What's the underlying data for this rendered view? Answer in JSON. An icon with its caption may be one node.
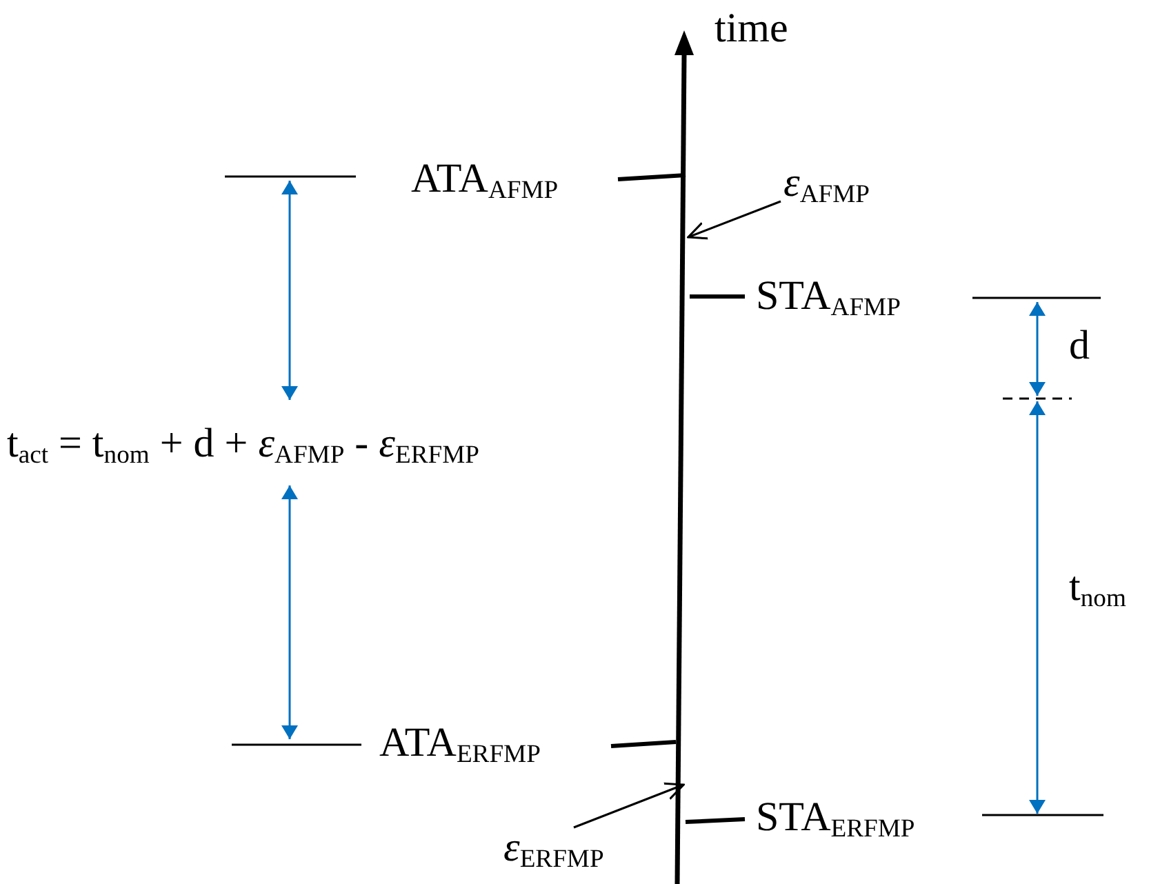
{
  "diagram": {
    "nodes": [
      {
        "text": [],
        "shape": "line",
        "beside": [
          "time"
        ]
      },
      {
        "text": [
          "*ε*$_{AFMP}$"
        ]
      },
      {
        "text": [
          "*ε*$_{ERFMP}$"
        ]
      }
    ],
    "edges": [
      {
        "from": 1,
        "to": 0,
        "arrow": "to"
      },
      {
        "from": 2,
        "to": 0,
        "arrow": "to"
      }
    ],
    "labels": [
      "ATA$_{AFMP}$",
      "STA$_{AFMP}$",
      "t$_{act}$ = t$_{nom}$ + d + *ε*$_{AFMP}$ - *ε*$_{ERFMP}$",
      "d",
      "t$_{nom}$",
      "ATA$_{ERFMP}$",
      "STA$_{ERFMP}$"
    ]
  }
}
